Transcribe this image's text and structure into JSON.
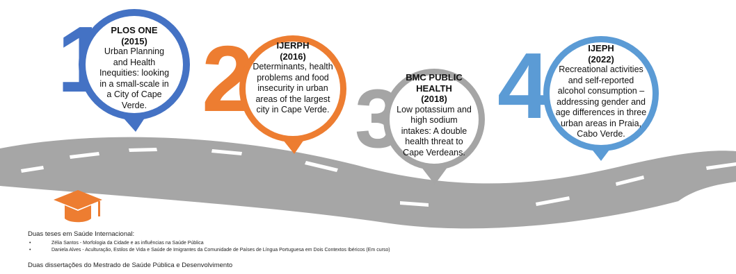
{
  "timeline": [
    {
      "number": "1",
      "color": "#4472c4",
      "journal": "PLOS ONE",
      "year": "(2015)",
      "article": "Urban Planning and Health Inequities: looking in a small-scale in a City of Cape Verde."
    },
    {
      "number": "2",
      "color": "#ed7d31",
      "journal": "IJERPH",
      "year": "(2016)",
      "article": "Determinants, health problems and food insecurity in urban areas of the largest city in Cape Verde."
    },
    {
      "number": "3",
      "color": "#a5a5a5",
      "journal": "BMC PUBLIC HEALTH",
      "year": "(2018)",
      "article": "Low potassium and high sodium intakes: A double health threat to Cape Verdeans."
    },
    {
      "number": "4",
      "color": "#5b9bd5",
      "journal": "IJEPH",
      "year": "(2022)",
      "article": "Recreational activities and self-reported alcohol consumption – addressing gender and age differences in three urban areas in Praia, Cabo Verde."
    }
  ],
  "colors": {
    "road": "#a6a6a6",
    "road_mark": "#ffffff",
    "cap": "#ed7d31"
  },
  "icons": {
    "graduation": "graduation-cap-icon"
  },
  "notes": {
    "theses_title": "Duas teses em Saúde Internacional:",
    "theses_bullet": "•",
    "theses": [
      "Zélia Santos  - Morfologia da Cidade e as influências na Saúde Pública",
      "Daniela Alves - Aculturação, Estilos de Vida e Saúde de Imigrantes da Comunidade de Países de Língua Portuguesa em Dois Contextos Ibéricos (Em curso)"
    ],
    "dissertations_title": "Duas dissertações do Mestrado de Saúde Pública e Desenvolvimento"
  }
}
